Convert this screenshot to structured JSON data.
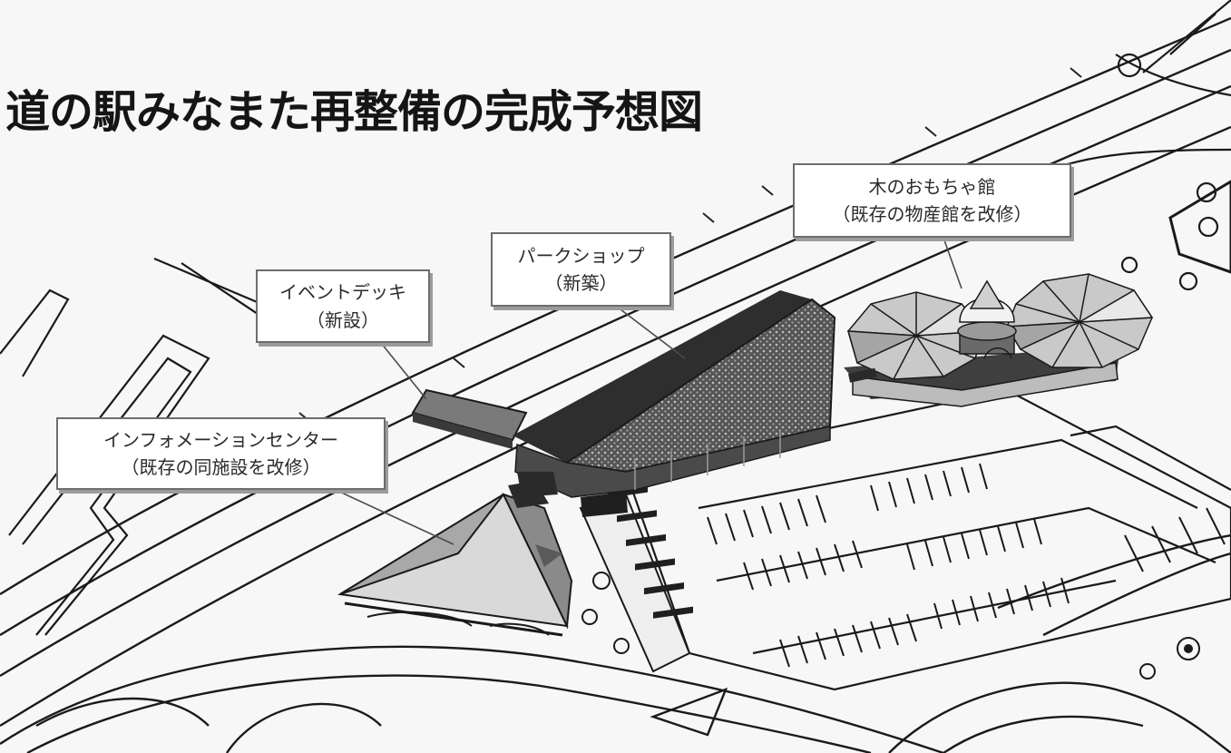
{
  "title": "道の駅みなまた再整備の完成予想図",
  "callouts": {
    "toy_museum": {
      "name": "木のおもちゃ館",
      "note": "（既存の物産館を改修）"
    },
    "park_shop": {
      "name": "パークショップ",
      "note": "（新築）"
    },
    "event_deck": {
      "name": "イベントデッキ",
      "note": "（新設）"
    },
    "info_center": {
      "name": "インフォメーションセンター",
      "note": "（既存の同施設を改修）"
    }
  },
  "colors": {
    "background": "#f7f7f7",
    "line": "#1a1a1a",
    "roof_dark": "#3a3a3a",
    "roof_mid": "#9a9a9a",
    "roof_light": "#d9d9d9"
  }
}
